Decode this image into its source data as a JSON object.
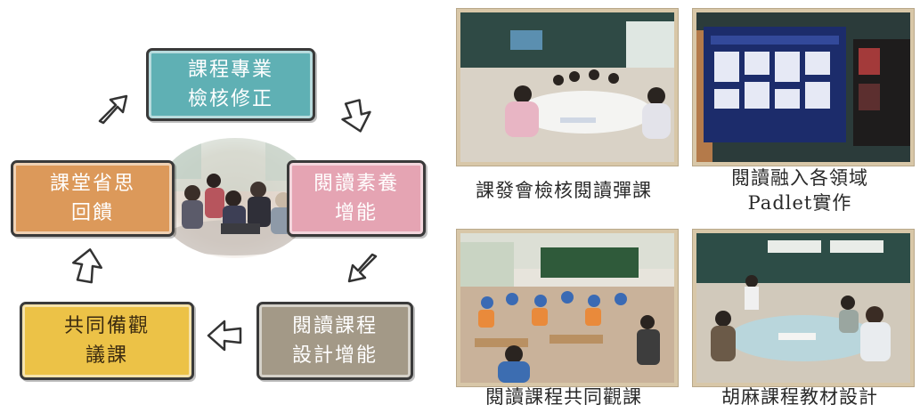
{
  "cycle": {
    "steps": [
      {
        "line1": "課程專業",
        "line2": "檢核修正"
      },
      {
        "line1": "閱讀素養",
        "line2": "增能"
      },
      {
        "line1": "閱讀課程",
        "line2": "設計增能"
      },
      {
        "line1": "共同備觀",
        "line2": "議課"
      },
      {
        "line1": "課堂省思",
        "line2": "回饋"
      }
    ],
    "colors": {
      "teal": "#5fb0b4",
      "pink": "#e5a4b3",
      "taupe": "#a39987",
      "yellow": "#ecc247",
      "orange": "#dc995a"
    }
  },
  "photos": [
    {
      "caption_line1": "課發會檢核閱讀彈課",
      "caption_line2": ""
    },
    {
      "caption_line1": "閱讀融入各領域",
      "caption_line2": "Padlet實作"
    },
    {
      "caption_line1": "閱讀課程共同觀課",
      "caption_line2": ""
    },
    {
      "caption_line1": "胡麻課程教材設計",
      "caption_line2": ""
    }
  ]
}
